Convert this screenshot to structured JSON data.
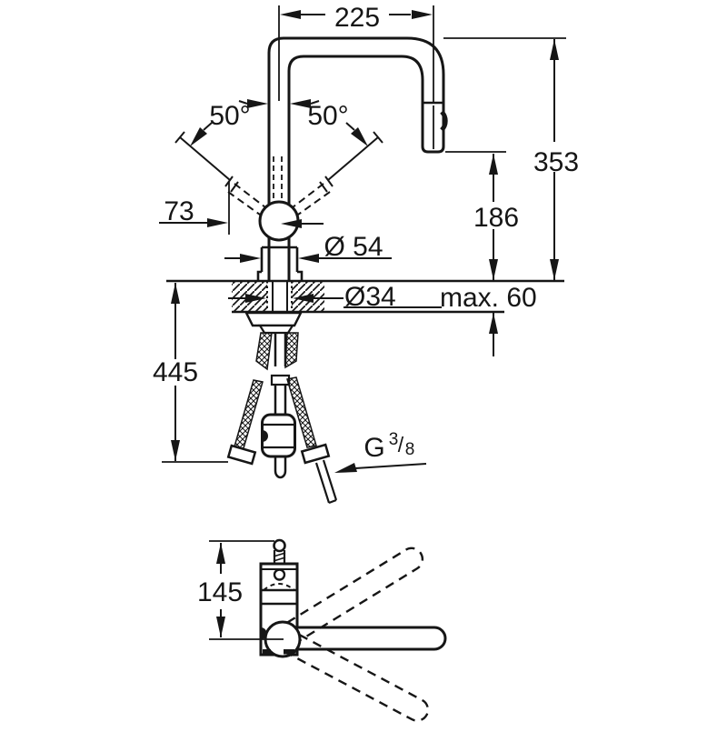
{
  "drawing": {
    "title": "faucet-technical-dimension-drawing",
    "background_color": "#ffffff",
    "line_color": "#161616",
    "labels": {
      "d225": "225",
      "deg_left": "50°",
      "deg_right": "50°",
      "d73": "73",
      "d54": "Ø 54",
      "d353": "353",
      "d186": "186",
      "d34": "Ø34",
      "max60": "max. 60",
      "d445": "445",
      "g": "G",
      "g_num": "3",
      "g_slash": "/",
      "g_den": "8",
      "d145": "145"
    },
    "dimensions_semantic": {
      "spout_reach_mm": "225",
      "swivel_angle_left": "50°",
      "swivel_angle_right": "50°",
      "lever_offset_mm": "73",
      "base_diameter_mm": "Ø 54",
      "height_to_spout_top_mm": "353",
      "outlet_height_mm": "186",
      "mounting_hole_diameter_mm": "Ø34",
      "max_counter_thickness_mm": "max. 60",
      "under_counter_length_mm": "445",
      "supply_thread": "G 3/8",
      "top_view_body_length_mm": "145"
    }
  }
}
